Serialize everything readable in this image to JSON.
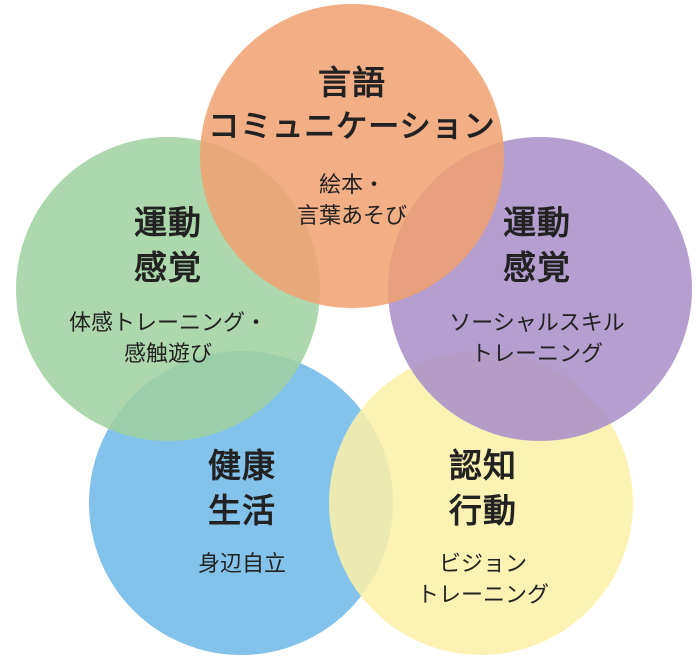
{
  "circles": {
    "language": {
      "title": [
        "言語",
        "コミュニケーション"
      ],
      "sub": [
        "絵本・",
        "言葉あそび"
      ],
      "color": "#f0a171"
    },
    "motor_left": {
      "title": [
        "運動",
        "感覚"
      ],
      "sub": [
        "体感トレーニング・",
        "感触遊び"
      ],
      "color": "#9fd0a0"
    },
    "motor_right": {
      "title": [
        "運動",
        "感覚"
      ],
      "sub": [
        "ソーシャルスキル",
        "トレーニング"
      ],
      "color": "#a98ec8"
    },
    "health": {
      "title": [
        "健康",
        "生活"
      ],
      "sub": [
        "身辺自立"
      ],
      "color": "#6fb8e8"
    },
    "cognition": {
      "title": [
        "認知",
        "行動"
      ],
      "sub": [
        "ビジョン",
        "トレーニング"
      ],
      "color": "#fbf0a8"
    }
  }
}
